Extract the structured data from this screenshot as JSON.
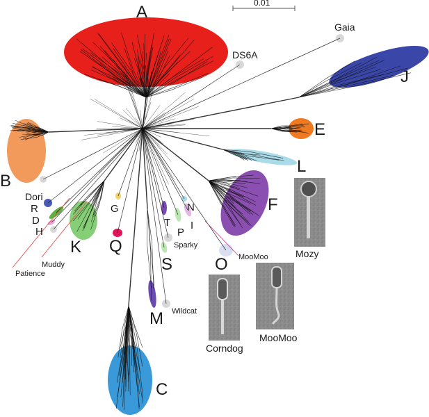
{
  "scale_bar_label": "0.01",
  "clusters": {
    "A": "A",
    "B": "B",
    "C": "C",
    "D": "D",
    "E": "E",
    "F": "F",
    "G": "G",
    "H": "H",
    "I": "I",
    "J": "J",
    "K": "K",
    "L": "L",
    "M": "M",
    "N": "N",
    "O": "O",
    "P": "P",
    "Q": "Q",
    "R": "R",
    "S": "S",
    "T": "T"
  },
  "singletons": {
    "gaia": "Gaia",
    "ds6a": "DS6A",
    "dori": "Dori",
    "muddy": "Muddy",
    "patience": "Patience",
    "sparky": "Sparky",
    "wildcat": "Wildcat",
    "moomoo": "MooMoo"
  },
  "micrographs": {
    "mozy": "Mozy",
    "corndog": "Corndog",
    "moomoo": "MooMoo"
  },
  "colors": {
    "A": "#e8201c",
    "B": "#f29a5c",
    "C": "#3a9ad9",
    "E": "#ef7a22",
    "F": "#8a4fb0",
    "J": "#3b47a8",
    "K": "#86cf76",
    "L": "#a9dbe8",
    "M": "#6a4cb0",
    "Q": "#e0145a",
    "G": "#f2d06a",
    "singleton": "#d8d8d8"
  }
}
